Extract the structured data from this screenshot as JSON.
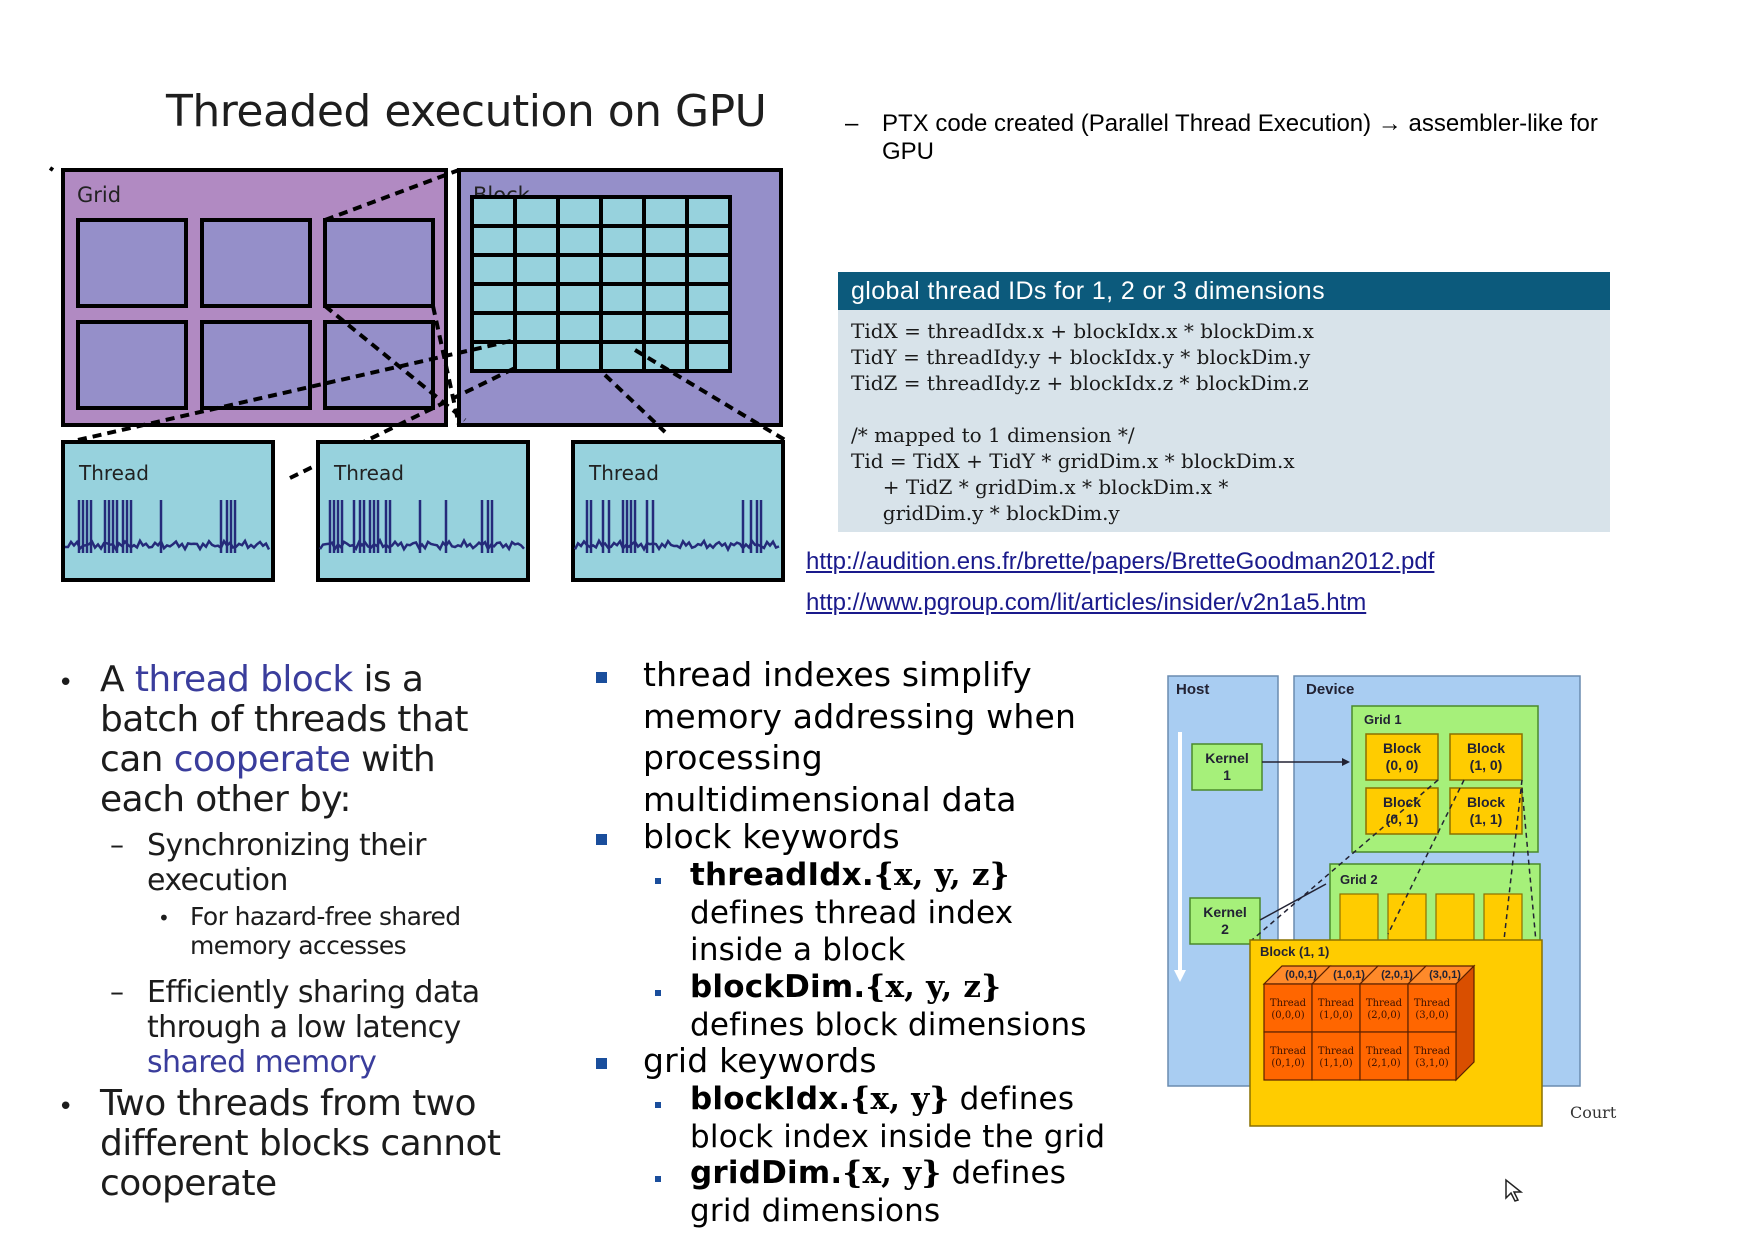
{
  "title": "Threaded execution on GPU",
  "diagram": {
    "grid_label": "Grid",
    "block_label": "Block",
    "thread_labels": [
      "Thread",
      "Thread",
      "Thread"
    ],
    "colors": {
      "grid": "#b18ac2",
      "block": "#958fc9",
      "thread": "#97d2dd",
      "waveform": "#252a7a"
    }
  },
  "ptx": {
    "dash": "–",
    "text": "PTX code created (Parallel Thread Execution) → assembler-like for GPU"
  },
  "formula": {
    "header": "global thread IDs for 1, 2 or 3 dimensions",
    "lines": [
      "TidX = threadIdx.x + blockIdx.x * blockDim.x",
      "TidY = threadIdy.y + blockIdx.y * blockDim.y",
      "TidZ = threadIdy.z + blockIdx.z * blockDim.z",
      "",
      "/* mapped to 1 dimension */",
      "Tid = TidX + TidY * gridDim.x * blockDim.x",
      "     + TidZ * gridDim.x * blockDim.x *",
      "     gridDim.y * blockDim.y"
    ],
    "colors": {
      "header": "#0c5a7c",
      "body": "#d8e3ea"
    }
  },
  "links": [
    "http://audition.ens.fr/brette/papers/BretteGoodman2012.pdf",
    "http://www.pgroup.com/lit/articles/insider/v2n1a5.htm"
  ],
  "left_text": {
    "b1_a": "A ",
    "b1_b": "thread block",
    "b1_c": " is a",
    "b1_l2": "batch of threads that",
    "b1_l3a": "can ",
    "b1_l3b": "cooperate",
    "b1_l3c": " with",
    "b1_l4": "each other by:",
    "s1_l1": "Synchronizing their",
    "s1_l2": "execution",
    "ss_l1": "For hazard-free shared",
    "ss_l2": "memory accesses",
    "s2_l1": "Efficiently sharing data",
    "s2_l2": "through a low latency",
    "s2_l3": "shared memory",
    "b2_l1": "Two threads from two",
    "b2_l2": "different blocks cannot",
    "b2_l3": "cooperate",
    "bullet": "•",
    "dash": "–"
  },
  "mid_text": {
    "m1_l1": "thread indexes simplify",
    "m1_l2": "memory addressing when",
    "m1_l3": "processing",
    "m1_l4": "multidimensional data",
    "m2": "block keywords",
    "k1_bold": "threadIdx.",
    "k1_rest": "{x, y, z}",
    "k1_l2": "defines thread index",
    "k1_l3": "inside a block",
    "k2_bold": "blockDim.",
    "k2_rest": "{x, y, z}",
    "k2_l2": "defines block dimensions",
    "m3": "grid keywords",
    "k3_bold": "blockIdx.",
    "k3_rest": "{x, y}",
    "k3_tail": " defines",
    "k3_l2": "block index inside the grid",
    "k4_bold": "gridDim.",
    "k4_rest": "{x, y}",
    "k4_tail": " defines",
    "k4_l2": "grid dimensions"
  },
  "cuda": {
    "host": "Host",
    "device": "Device",
    "grid1": "Grid 1",
    "grid2": "Grid 2",
    "kernel1_l1": "Kernel",
    "kernel1_l2": "1",
    "kernel2_l1": "Kernel",
    "kernel2_l2": "2",
    "blocks": [
      {
        "l1": "Block",
        "l2": "(0, 0)"
      },
      {
        "l1": "Block",
        "l2": "(1, 0)"
      },
      {
        "l1": "Block",
        "l2": "(0, 1)"
      },
      {
        "l1": "Block",
        "l2": "(1, 1)"
      }
    ],
    "block_detail": "Block (1, 1)",
    "top_labels": [
      "(0,0,1)",
      "(1,0,1)",
      "(2,0,1)",
      "(3,0,1)"
    ],
    "thread_word": "Thread",
    "row1": [
      "(0,0,0)",
      "(1,0,0)",
      "(2,0,0)",
      "(3,0,0)"
    ],
    "row2": [
      "(0,1,0)",
      "(1,1,0)",
      "(2,1,0)",
      "(3,1,0)"
    ],
    "courtesy": "Court",
    "colors": {
      "host": "#a9cdf2",
      "device": "#a9cdf2",
      "grid": "#a6f07a",
      "block": "#ffcc00",
      "thread": "#ff6600"
    }
  }
}
